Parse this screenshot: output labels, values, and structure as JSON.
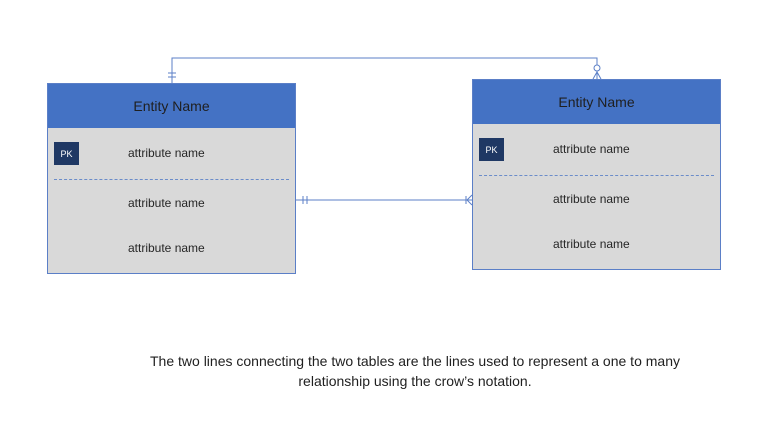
{
  "entities": [
    {
      "name": "Entity Name",
      "pk_label": "PK",
      "attributes": [
        "attribute name",
        "attribute name",
        "attribute name"
      ]
    },
    {
      "name": "Entity Name",
      "pk_label": "PK",
      "attributes": [
        "attribute name",
        "attribute name",
        "attribute name"
      ]
    }
  ],
  "caption": {
    "line1": "The two lines connecting the two tables are the lines used to represent a one to many",
    "line2": "relationship using the crow’s notation."
  },
  "colors": {
    "header": "#4472c4",
    "body": "#d9d9d9",
    "border": "#5b7fc7",
    "pk_fill": "#1f3864",
    "connector": "#5b7fc7"
  }
}
